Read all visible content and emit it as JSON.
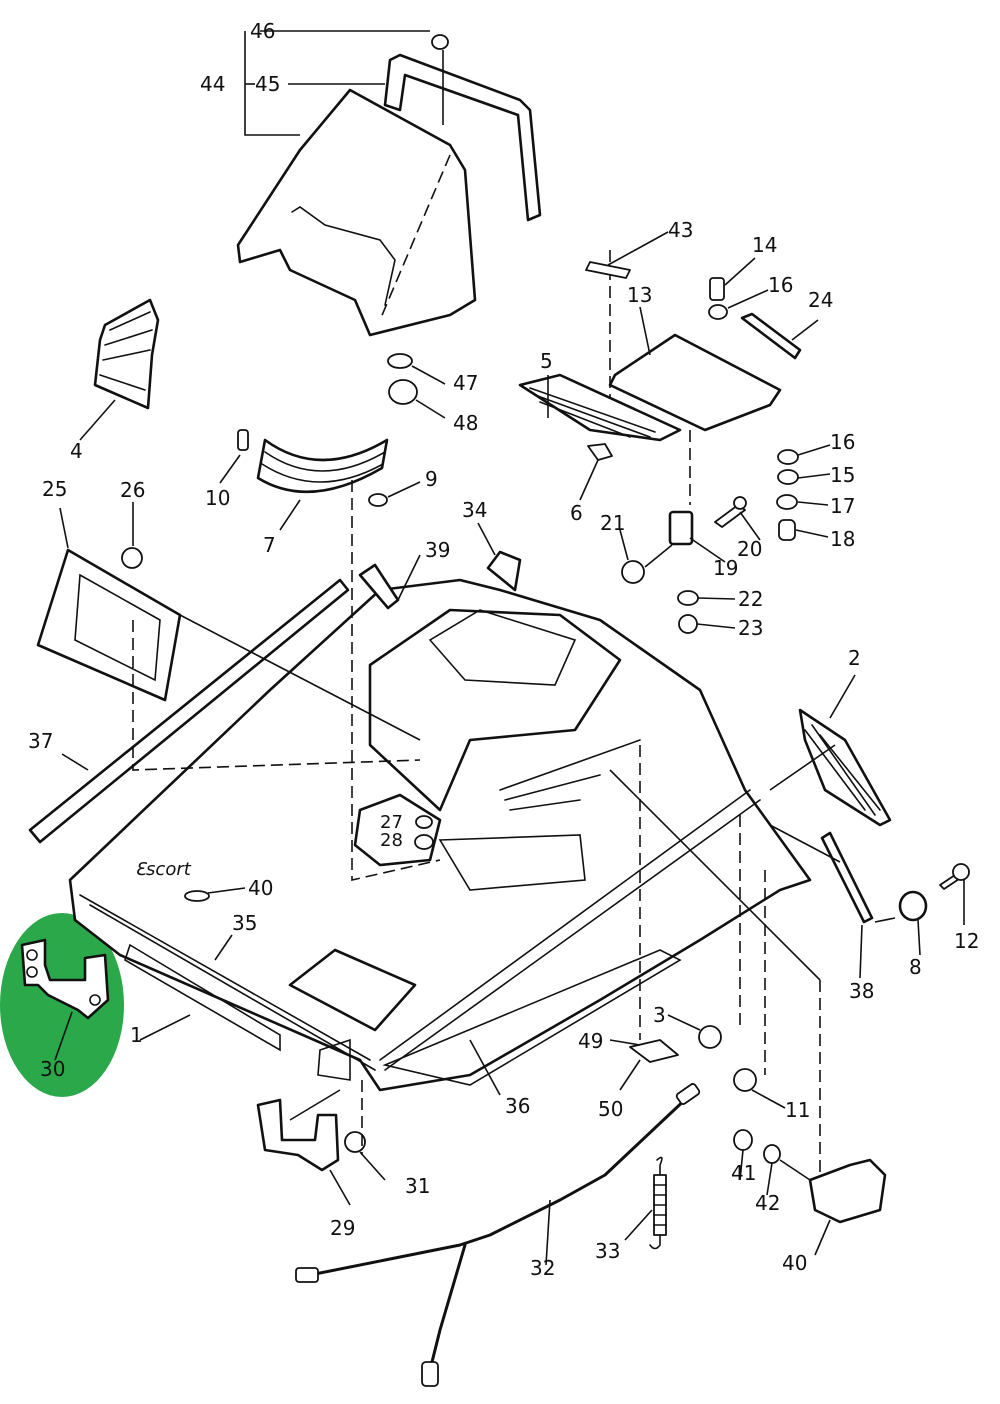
{
  "diagram": {
    "type": "exploded-parts-diagram",
    "subject": "hood / shroud assembly",
    "highlight": {
      "part": "30",
      "color": "#2aa84a"
    },
    "labels": [
      {
        "id": "l1",
        "text": "1",
        "part": "hood"
      },
      {
        "id": "l2",
        "text": "2",
        "part": "side grille"
      },
      {
        "id": "l3",
        "text": "3",
        "part": "nut"
      },
      {
        "id": "l4",
        "text": "4",
        "part": "side vent grille"
      },
      {
        "id": "l5",
        "text": "5",
        "part": "grille panel"
      },
      {
        "id": "l6",
        "text": "6",
        "part": "clip"
      },
      {
        "id": "l7",
        "text": "7",
        "part": "curved grille"
      },
      {
        "id": "l8",
        "text": "8",
        "part": "bushing"
      },
      {
        "id": "l9",
        "text": "9",
        "part": "clip"
      },
      {
        "id": "l10",
        "text": "10",
        "part": "fastener"
      },
      {
        "id": "l11",
        "text": "11",
        "part": "nut"
      },
      {
        "id": "l12",
        "text": "12",
        "part": "screw"
      },
      {
        "id": "l13",
        "text": "13",
        "part": "lid / cover plate"
      },
      {
        "id": "l14",
        "text": "14",
        "part": "knob"
      },
      {
        "id": "l15",
        "text": "15",
        "part": "washer"
      },
      {
        "id": "l16a",
        "text": "16",
        "part": "washer"
      },
      {
        "id": "l16b",
        "text": "16",
        "part": "washer"
      },
      {
        "id": "l17",
        "text": "17",
        "part": "washer"
      },
      {
        "id": "l18",
        "text": "18",
        "part": "nut"
      },
      {
        "id": "l19",
        "text": "19",
        "part": "hinge"
      },
      {
        "id": "l20",
        "text": "20",
        "part": "bolt"
      },
      {
        "id": "l21",
        "text": "21",
        "part": "nut"
      },
      {
        "id": "l22",
        "text": "22",
        "part": "washer"
      },
      {
        "id": "l23",
        "text": "23",
        "part": "nut"
      },
      {
        "id": "l24",
        "text": "24",
        "part": "strip"
      },
      {
        "id": "l25",
        "text": "25",
        "part": "headlight bezel"
      },
      {
        "id": "l26",
        "text": "26",
        "part": "nut"
      },
      {
        "id": "l27",
        "text": "27",
        "part": "grommet"
      },
      {
        "id": "l28",
        "text": "28",
        "part": "grommet"
      },
      {
        "id": "l29",
        "text": "29",
        "part": "hinge"
      },
      {
        "id": "l30",
        "text": "30",
        "part": "hinge"
      },
      {
        "id": "l31",
        "text": "31",
        "part": "nut"
      },
      {
        "id": "l32",
        "text": "32",
        "part": "cable"
      },
      {
        "id": "l33",
        "text": "33",
        "part": "spring"
      },
      {
        "id": "l34",
        "text": "34",
        "part": "seal"
      },
      {
        "id": "l35",
        "text": "35",
        "part": "trim molding"
      },
      {
        "id": "l36",
        "text": "36",
        "part": "trim molding"
      },
      {
        "id": "l37",
        "text": "37",
        "part": "trim strip"
      },
      {
        "id": "l38",
        "text": "38",
        "part": "trim strip"
      },
      {
        "id": "l39",
        "text": "39",
        "part": "seal"
      },
      {
        "id": "l40a",
        "text": "40",
        "part": "emblem"
      },
      {
        "id": "l40b",
        "text": "40",
        "part": "emblem"
      },
      {
        "id": "l41",
        "text": "41",
        "part": "grommet"
      },
      {
        "id": "l42",
        "text": "42",
        "part": "washer"
      },
      {
        "id": "l43",
        "text": "43",
        "part": "label"
      },
      {
        "id": "l44",
        "text": "44",
        "part": "windshield assembly"
      },
      {
        "id": "l45",
        "text": "45",
        "part": "windshield"
      },
      {
        "id": "l46",
        "text": "46",
        "part": "clip"
      },
      {
        "id": "l47",
        "text": "47",
        "part": "washer"
      },
      {
        "id": "l48",
        "text": "48",
        "part": "grommet"
      },
      {
        "id": "l49",
        "text": "49",
        "part": "label"
      },
      {
        "id": "l50",
        "text": "50",
        "part": "label"
      }
    ]
  }
}
